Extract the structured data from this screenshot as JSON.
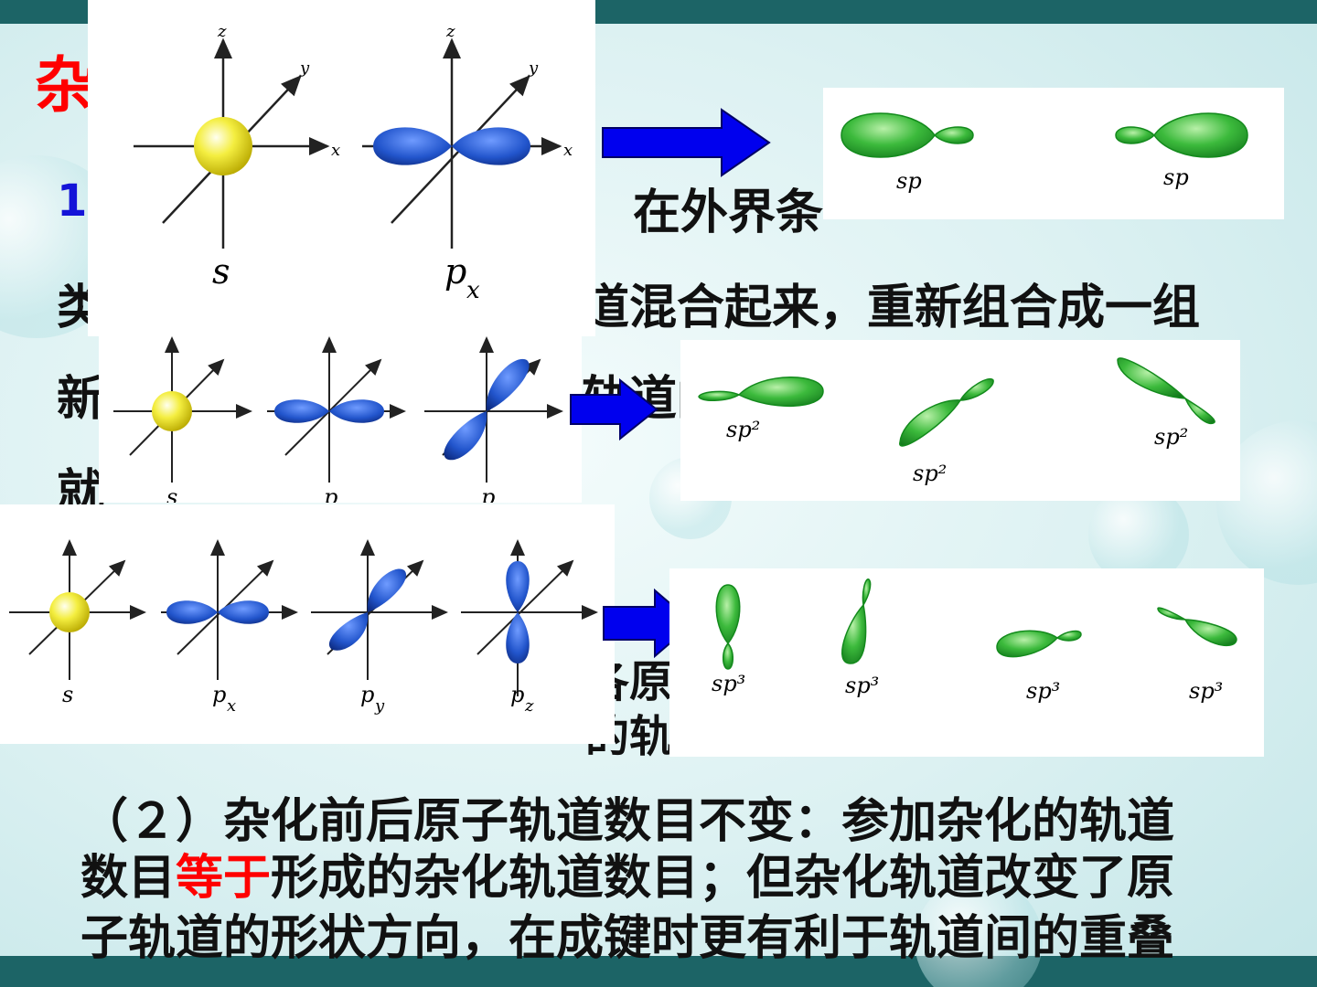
{
  "title_char": "杂",
  "list_number": "1.",
  "para1": {
    "line1_tail": "在外界条",
    "line2_head": "类",
    "line2_tail": "道混合起来，重新组合成一组",
    "line3_head": "新",
    "line3_fragment": "轨道的",
    "line4_head": "就"
  },
  "hidden_fragment_a": "各原",
  "hidden_fragment_b": "的轨",
  "point2": {
    "line1": "（２）杂化前后原子轨道数目不变：参加杂化的轨道",
    "line2_pre": "数目",
    "line2_highlight": "等于",
    "line2_post": "形成的杂化轨道数目；但杂化轨道改变了原",
    "line3": "子轨道的形状方向，在成键时更有利于轨道间的重叠"
  },
  "diagram_sp": {
    "inputs": [
      "s",
      "p",
      "x"
    ],
    "outputs": [
      "sp",
      "sp"
    ]
  },
  "diagram_sp2": {
    "inputs": [
      "s",
      "p",
      "p"
    ],
    "outputs": [
      "sp²",
      "sp²",
      "sp²"
    ]
  },
  "diagram_sp3": {
    "inputs": [
      "s",
      "p",
      "x",
      "p",
      "y",
      "p",
      "z"
    ],
    "outputs": [
      "sp³",
      "sp³",
      "sp³",
      "sp³"
    ]
  },
  "axis_labels": {
    "x": "x",
    "y": "y",
    "z": "z"
  },
  "colors": {
    "band": "#1c6466",
    "s_orbital": "#e8e020",
    "p_orbital": "#2255cc",
    "hybrid_orbital": "#22a830",
    "arrow": "#0000ee",
    "highlight_red": "#ff0000",
    "number_blue": "#1414d8"
  }
}
